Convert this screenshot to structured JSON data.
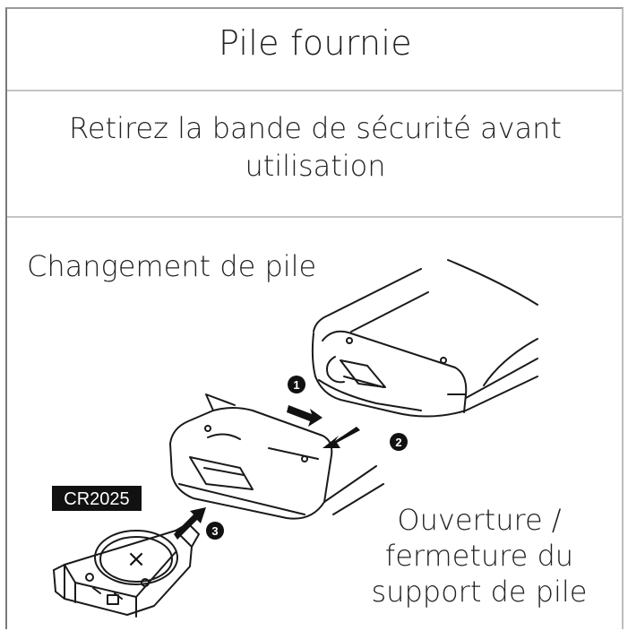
{
  "header": {
    "title": "Pile fournie"
  },
  "notice": {
    "line1": "Retirez la bande de sécurité avant",
    "line2": "utilisation"
  },
  "section": {
    "heading": "Changement de pile"
  },
  "illustration": {
    "battery_label": "CR2025",
    "step_1": "1",
    "step_2": "2",
    "step_3": "3",
    "battery_symbol": "×"
  },
  "caption": {
    "line1": "Ouverture /",
    "line2": "fermeture du",
    "line3": "support de pile"
  }
}
